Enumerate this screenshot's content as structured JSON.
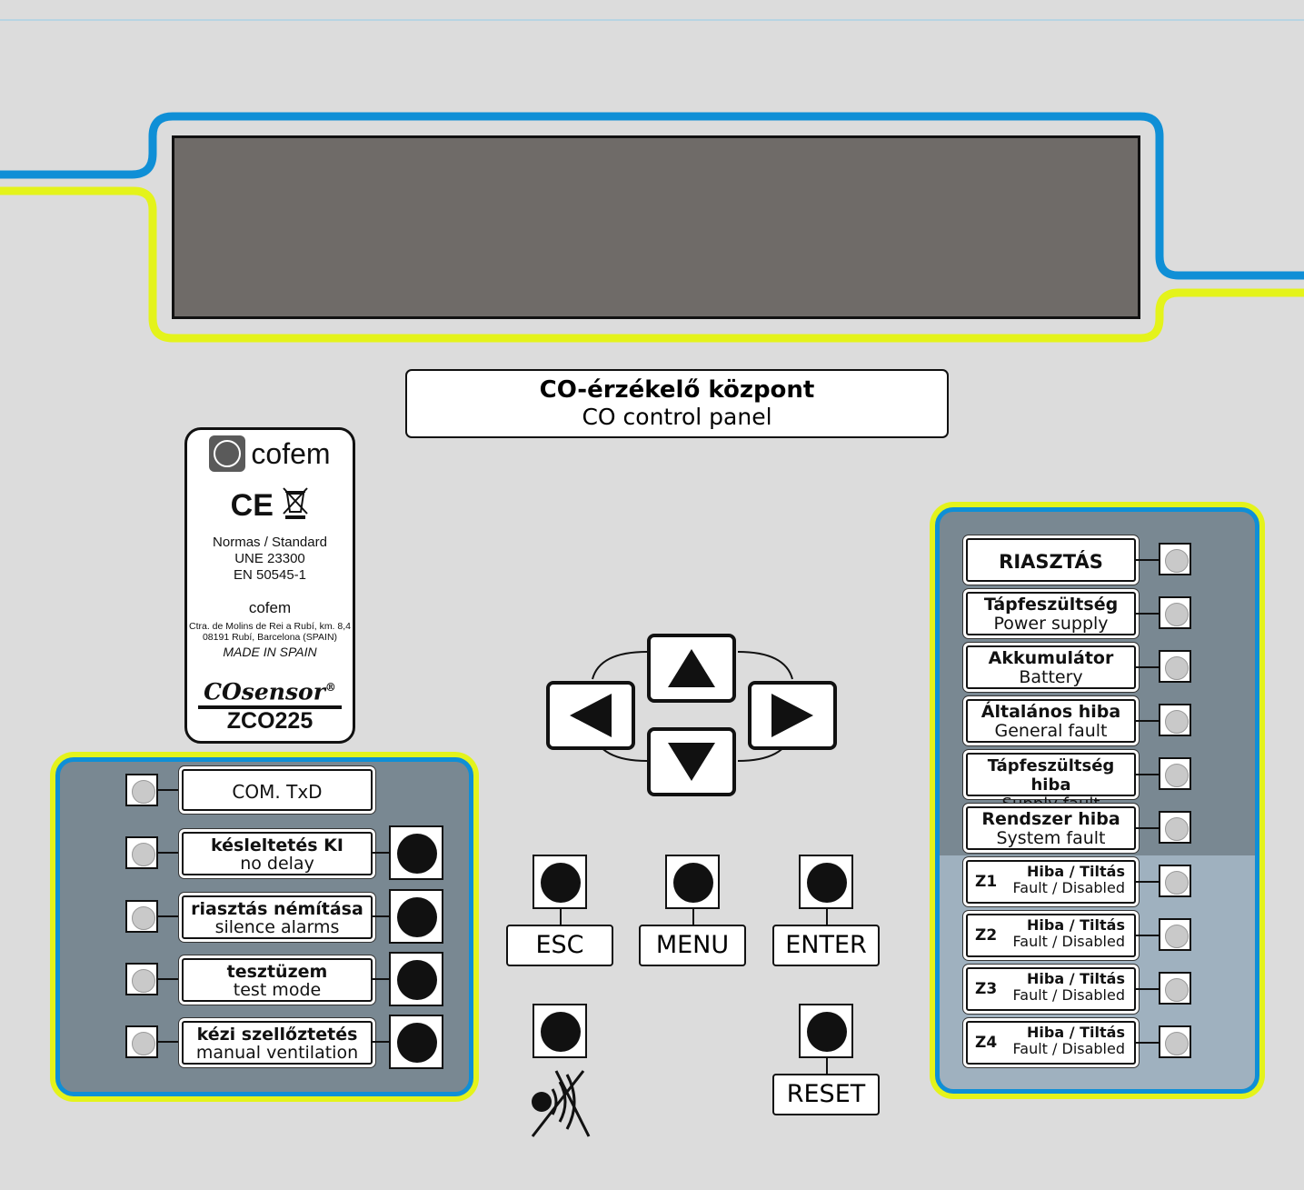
{
  "header": {
    "title_hu": "CO-érzékelő központ",
    "title_en": "CO control panel"
  },
  "device_label": {
    "brand": "cofem",
    "marks": "CE",
    "standards_title": "Normas / Standard",
    "standard_1": "UNE 23300",
    "standard_2": "EN 50545-1",
    "manufacturer": "cofem",
    "address_1": "Ctra. de Molins de Rei a Rubí, km. 8,4",
    "address_2": "08191 Rubí, Barcelona (SPAIN)",
    "made_in": "MADE IN SPAIN",
    "product": "COsensor",
    "registered": "®",
    "model": "ZCO225"
  },
  "left_panel": {
    "com_txd": "COM. TxD",
    "delay": {
      "hu": "késleltetés KI",
      "en": "no delay"
    },
    "silence": {
      "hu": "riasztás némítása",
      "en": "silence alarms"
    },
    "test": {
      "hu": "tesztüzem",
      "en": "test mode"
    },
    "ventilation": {
      "hu": "kézi szellőztetés",
      "en": "manual ventilation"
    }
  },
  "center_keys": {
    "esc": "ESC",
    "menu": "MENU",
    "enter": "ENTER",
    "reset": "RESET"
  },
  "right_panel": {
    "alarm": "RIASZTÁS",
    "power": {
      "hu": "Tápfeszültség",
      "en": "Power supply"
    },
    "battery": {
      "hu": "Akkumulátor",
      "en": "Battery"
    },
    "general": {
      "hu": "Általános hiba",
      "en": "General fault"
    },
    "supply": {
      "hu": "Tápfeszültség hiba",
      "en": "Supply fault"
    },
    "system": {
      "hu": "Rendszer hiba",
      "en": "System fault"
    },
    "zones": [
      {
        "id": "Z1",
        "hu": "Hiba / Tiltás",
        "en": "Fault / Disabled"
      },
      {
        "id": "Z2",
        "hu": "Hiba / Tiltás",
        "en": "Fault / Disabled"
      },
      {
        "id": "Z3",
        "hu": "Hiba / Tiltás",
        "en": "Fault / Disabled"
      },
      {
        "id": "Z4",
        "hu": "Hiba / Tiltás",
        "en": "Fault / Disabled"
      }
    ]
  },
  "colors": {
    "background": "#dcdcdc",
    "accent_blue": "#0f8fd6",
    "accent_yellow": "#e4f31b",
    "lcd": "#6f6b68",
    "panel_dark": "#798892",
    "panel_light": "#9fb1bf"
  }
}
